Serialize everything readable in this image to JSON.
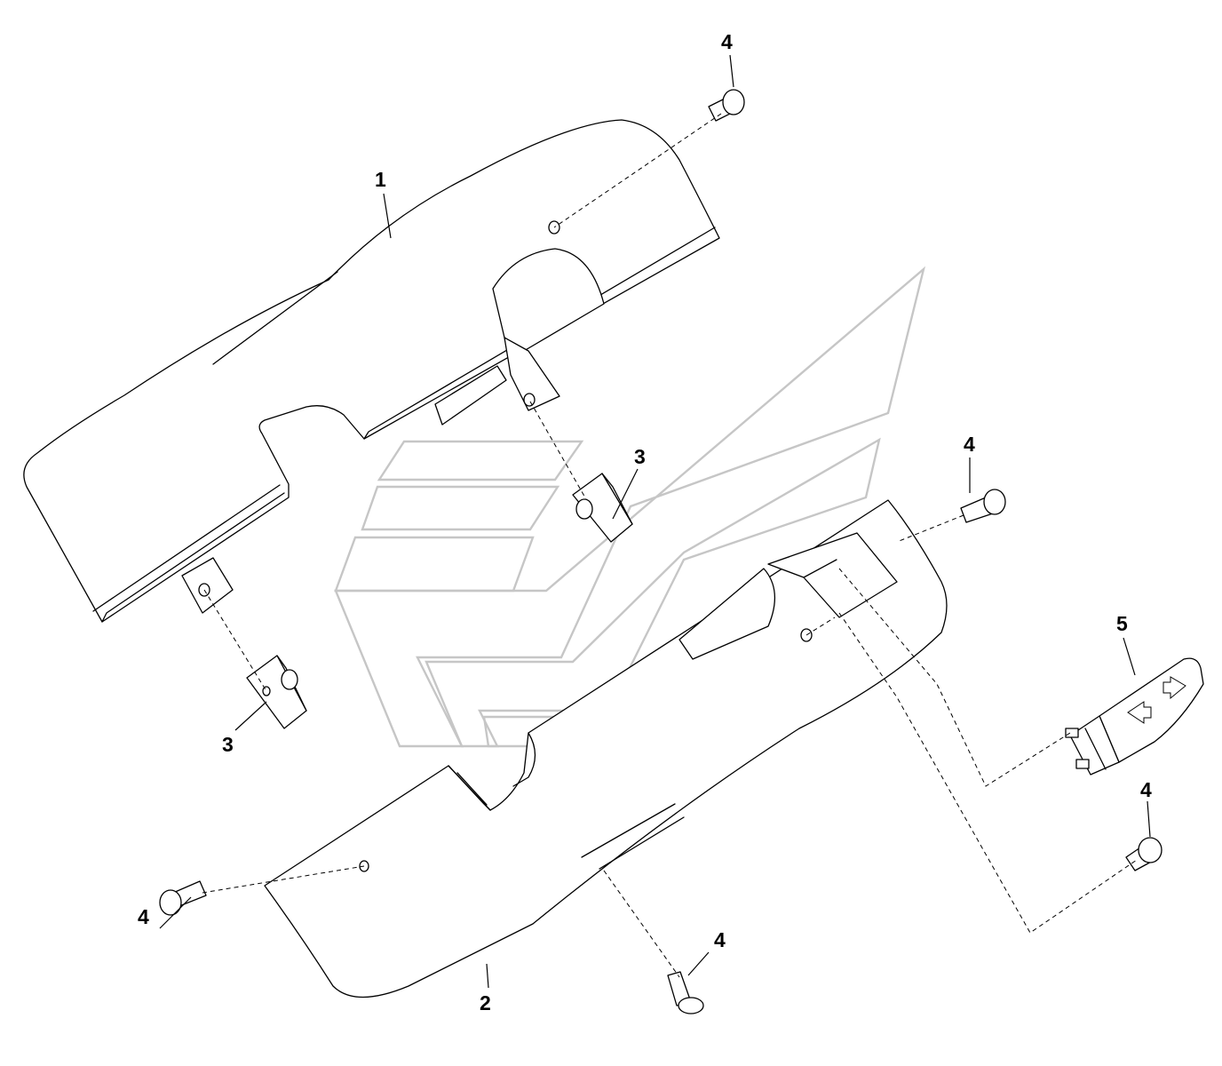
{
  "diagram": {
    "callouts": [
      {
        "id": "c1",
        "label": "1"
      },
      {
        "id": "c2",
        "label": "2"
      },
      {
        "id": "c3a",
        "label": "3"
      },
      {
        "id": "c3b",
        "label": "3"
      },
      {
        "id": "c4a",
        "label": "4"
      },
      {
        "id": "c4b",
        "label": "4"
      },
      {
        "id": "c4c",
        "label": "4"
      },
      {
        "id": "c4d",
        "label": "4"
      },
      {
        "id": "c4e",
        "label": "4"
      },
      {
        "id": "c5",
        "label": "5"
      }
    ]
  }
}
